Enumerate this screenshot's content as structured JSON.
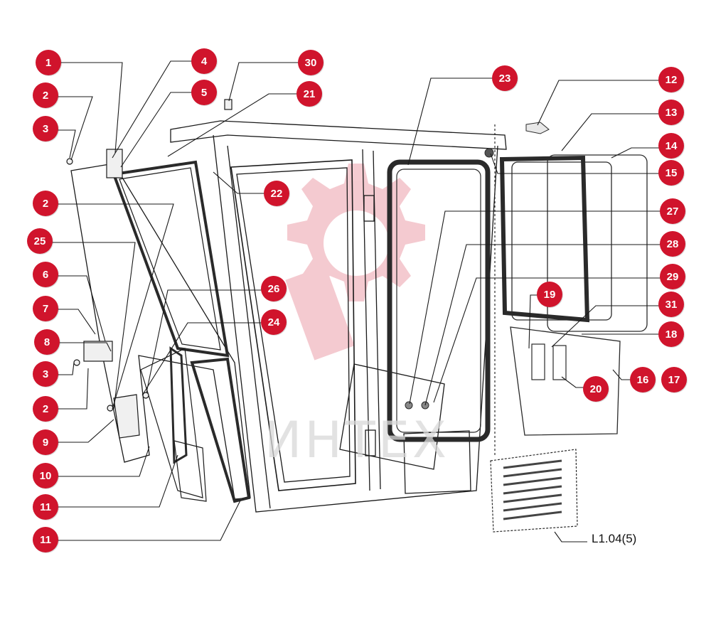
{
  "diagram": {
    "reference": "L1.04(5)",
    "watermark_text": "ИНТЕХ",
    "callout_color": "#d0142c",
    "line_color": "#1a1a1a",
    "callouts": [
      {
        "id": "1",
        "label": "1"
      },
      {
        "id": "4",
        "label": "4"
      },
      {
        "id": "30",
        "label": "30"
      },
      {
        "id": "2a",
        "label": "2"
      },
      {
        "id": "5",
        "label": "5"
      },
      {
        "id": "21",
        "label": "21"
      },
      {
        "id": "3a",
        "label": "3"
      },
      {
        "id": "22",
        "label": "22"
      },
      {
        "id": "2b",
        "label": "2"
      },
      {
        "id": "25",
        "label": "25"
      },
      {
        "id": "6",
        "label": "6"
      },
      {
        "id": "7",
        "label": "7"
      },
      {
        "id": "26",
        "label": "26"
      },
      {
        "id": "24",
        "label": "24"
      },
      {
        "id": "8",
        "label": "8"
      },
      {
        "id": "3b",
        "label": "3"
      },
      {
        "id": "2c",
        "label": "2"
      },
      {
        "id": "9",
        "label": "9"
      },
      {
        "id": "10",
        "label": "10"
      },
      {
        "id": "11a",
        "label": "11"
      },
      {
        "id": "11b",
        "label": "11"
      },
      {
        "id": "23",
        "label": "23"
      },
      {
        "id": "27",
        "label": "27"
      },
      {
        "id": "28",
        "label": "28"
      },
      {
        "id": "29",
        "label": "29"
      },
      {
        "id": "12",
        "label": "12"
      },
      {
        "id": "13",
        "label": "13"
      },
      {
        "id": "14",
        "label": "14"
      },
      {
        "id": "15",
        "label": "15"
      },
      {
        "id": "19",
        "label": "19"
      },
      {
        "id": "31",
        "label": "31"
      },
      {
        "id": "18",
        "label": "18"
      },
      {
        "id": "20",
        "label": "20"
      },
      {
        "id": "16",
        "label": "16"
      },
      {
        "id": "17",
        "label": "17"
      }
    ]
  }
}
